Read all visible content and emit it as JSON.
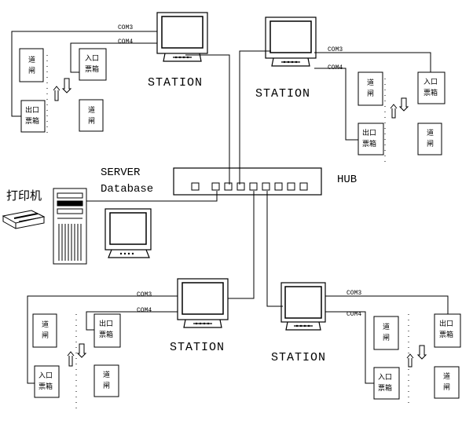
{
  "server": {
    "line1": "SERVER",
    "line2": "Database"
  },
  "hub": {
    "label": "HUB"
  },
  "printer": {
    "label": "打印机"
  },
  "stations": [
    {
      "label": "STATION",
      "com_a": "COM3",
      "com_b": "COM4"
    },
    {
      "label": "STATION",
      "com_a": "COM3",
      "com_b": "COM4"
    },
    {
      "label": "STATION",
      "com_a": "COM3",
      "com_b": "COM4"
    },
    {
      "label": "STATION",
      "com_a": "COM3",
      "com_b": "COM4"
    }
  ],
  "boxes": {
    "gate_l1": "道",
    "gate_l2": "闸",
    "entry_l1": "入口",
    "exit_l1": "出口",
    "ticket_l2": "票箱"
  }
}
